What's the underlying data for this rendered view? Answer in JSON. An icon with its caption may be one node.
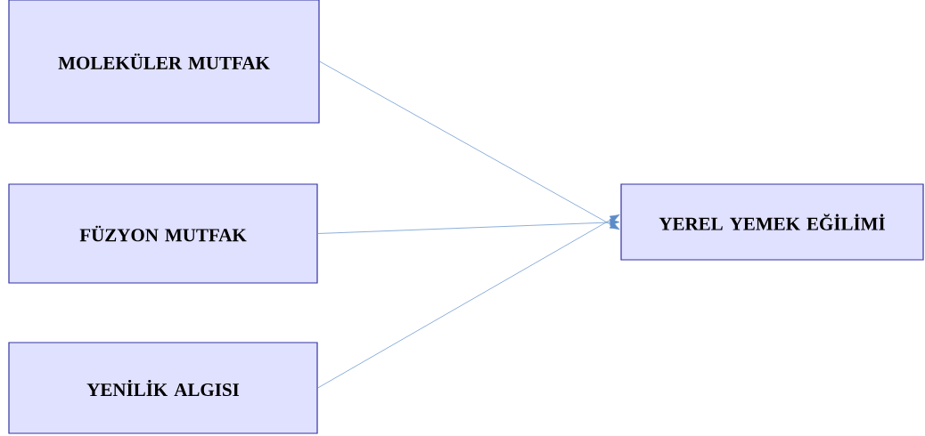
{
  "diagram": {
    "nodes": [
      {
        "text": [
          "MOLEKÜLER MUTFAK"
        ]
      },
      {
        "text": [
          "FÜZYON MUTFAK"
        ]
      },
      {
        "text": [
          "YENİLİK ALGISI"
        ]
      },
      {
        "text": [
          "YEREL YEMEK EĞİLİMİ"
        ]
      }
    ],
    "edges": [
      {
        "from": 0,
        "to": 3,
        "arrow": "to"
      },
      {
        "from": 1,
        "to": 3,
        "arrow": "to"
      },
      {
        "from": 2,
        "to": 3,
        "arrow": "to"
      }
    ]
  }
}
